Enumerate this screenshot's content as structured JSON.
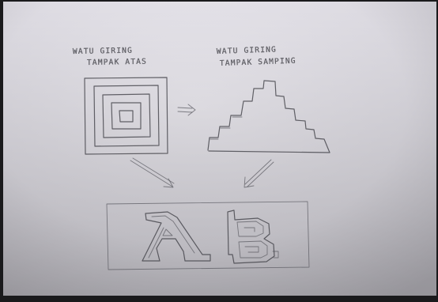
{
  "labels": {
    "top_view": [
      "WATU GIRING",
      "TAMPAK ATAS"
    ],
    "side_view": [
      "WATU GIRING",
      "TAMPAK SAMPING"
    ]
  },
  "arrow": "=>",
  "colors": {
    "paper": "#e4e2e8",
    "paper_shadow": "#b9b7be",
    "pencil": "#3d3d44",
    "background": "#1a1a1c"
  }
}
